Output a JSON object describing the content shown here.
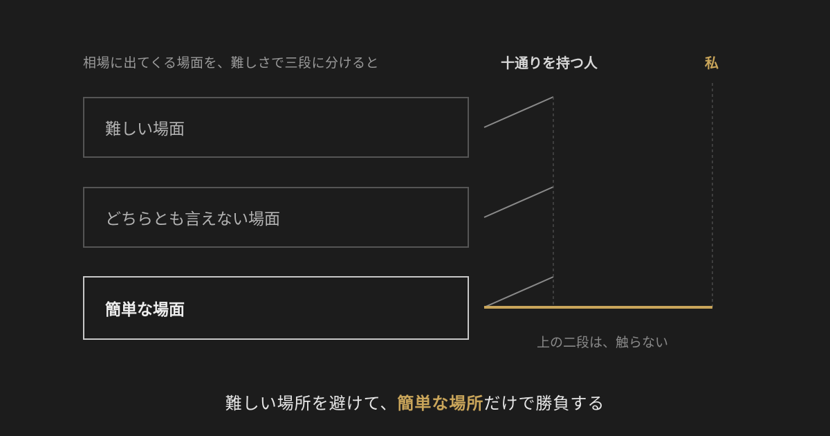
{
  "header": {
    "intro": "相場に出てくる場面を、難しさで三段に分けると"
  },
  "columns": {
    "others_label": "十通りを持つ人",
    "me_label": "私"
  },
  "levels": [
    {
      "label": "難しい場面",
      "highlight": false
    },
    {
      "label": "どちらとも言えない場面",
      "highlight": false
    },
    {
      "label": "簡単な場面",
      "highlight": true
    }
  ],
  "footnote": "上の二段は、触らない",
  "conclusion": {
    "before": "難しい場所を避けて、",
    "accent": "簡単な場所",
    "after": "だけで勝負する"
  },
  "colors": {
    "background": "#1c1c1c",
    "accent_gold": "#c9a55a",
    "box_border": "#555555",
    "box_border_highlight": "#c8c8c8"
  }
}
